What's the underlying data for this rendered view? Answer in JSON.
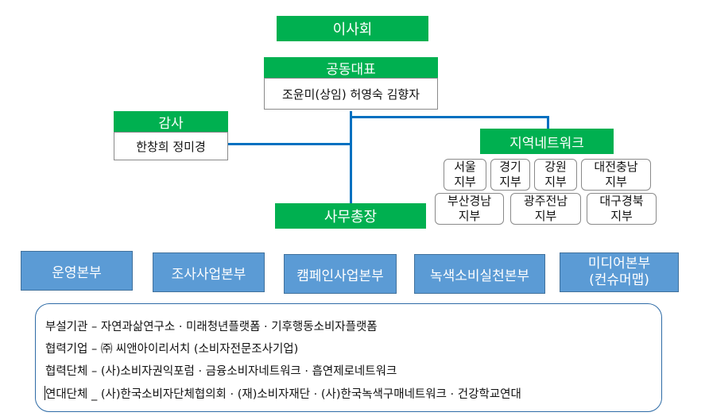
{
  "board": "이사회",
  "co_ceo": {
    "title": "공동대표",
    "names": "조윤미(상임) 허영숙 김향자"
  },
  "auditor": {
    "title": "감사",
    "names": "한창희 정미경"
  },
  "network": {
    "title": "지역네트워크",
    "branches": [
      {
        "line1": "서울",
        "line2": "지부"
      },
      {
        "line1": "경기",
        "line2": "지부"
      },
      {
        "line1": "강원",
        "line2": "지부"
      },
      {
        "line1": "대전충남",
        "line2": "지부"
      },
      {
        "line1": "부산경남",
        "line2": "지부"
      },
      {
        "line1": "광주전남",
        "line2": "지부"
      },
      {
        "line1": "대구경북",
        "line2": "지부"
      }
    ]
  },
  "secretary_general": "사무총장",
  "departments": [
    {
      "line1": "운영본부",
      "line2": ""
    },
    {
      "line1": "조사사업본부",
      "line2": ""
    },
    {
      "line1": "캠페인사업본부",
      "line2": ""
    },
    {
      "line1": "녹색소비실천본부",
      "line2": ""
    },
    {
      "line1": "미디어본부",
      "line2": "(컨슈머맵)"
    }
  ],
  "info": {
    "lines": [
      "부설기관 – 자연과삶연구소 · 미래청년플랫폼 · 기후행동소비자플랫폼",
      "협력기업 – ㈜ 씨앤아이리서치 (소비자전문조사기업)",
      "협력단체 – (사)소비자권익포럼 · 금융소비자네트워크 · 흡연제로네트워크",
      "연대단체 _ (사)한국소비자단체협의회 · (재)소비자재단 · (사)한국녹색구매네트워크 · 건강학교연대"
    ]
  },
  "colors": {
    "green": "#00b050",
    "blue": "#5b9bd5",
    "line": "#0070c0"
  }
}
